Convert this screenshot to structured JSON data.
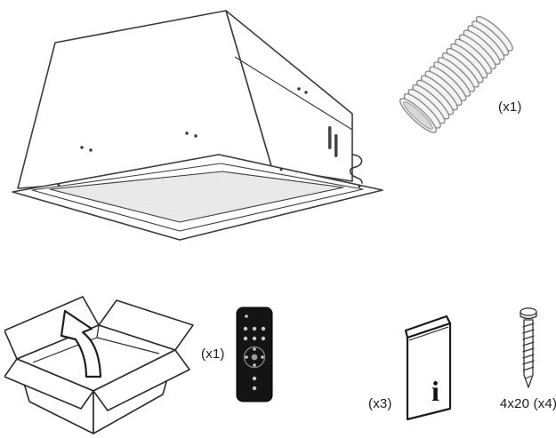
{
  "figure": {
    "kind": "package-contents-diagram",
    "hood": {
      "icon": "cooker-hood-unit"
    },
    "duct": {
      "icon": "flexible-duct-hose",
      "count_label": "(x1)"
    },
    "box": {
      "icon": "open-cardboard-box-unpack"
    },
    "remote": {
      "icon": "remote-control",
      "count_label": "(x1)"
    },
    "manual": {
      "icon": "instruction-manual",
      "count_label": "(x3)",
      "cover_letter": "i"
    },
    "screws": {
      "icon": "mounting-screw",
      "size_label": "4x20 (x4)"
    }
  }
}
